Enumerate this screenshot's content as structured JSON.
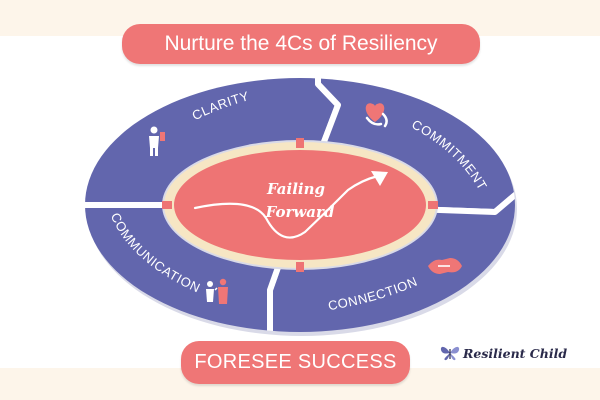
{
  "title": "Nurture the 4Cs of Resiliency",
  "segments": {
    "clarity": "CLARITY",
    "commitment": "COMMITMENT",
    "communication": "COMMUNICATION",
    "connection": "CONNECTION"
  },
  "center": {
    "line1": "Failing",
    "line2": "Forward"
  },
  "bottom_banner": "FORESEE SUCCESS",
  "brand": {
    "name": "Resilient Child",
    "logo_icon": "butterfly-icon"
  },
  "colors": {
    "segment_fill": "#6266ad",
    "accent_red": "#ef7676",
    "center_fill": "#ee7474",
    "ring_cream": "#f6e6c4",
    "band_cream": "#fdf5ea"
  }
}
